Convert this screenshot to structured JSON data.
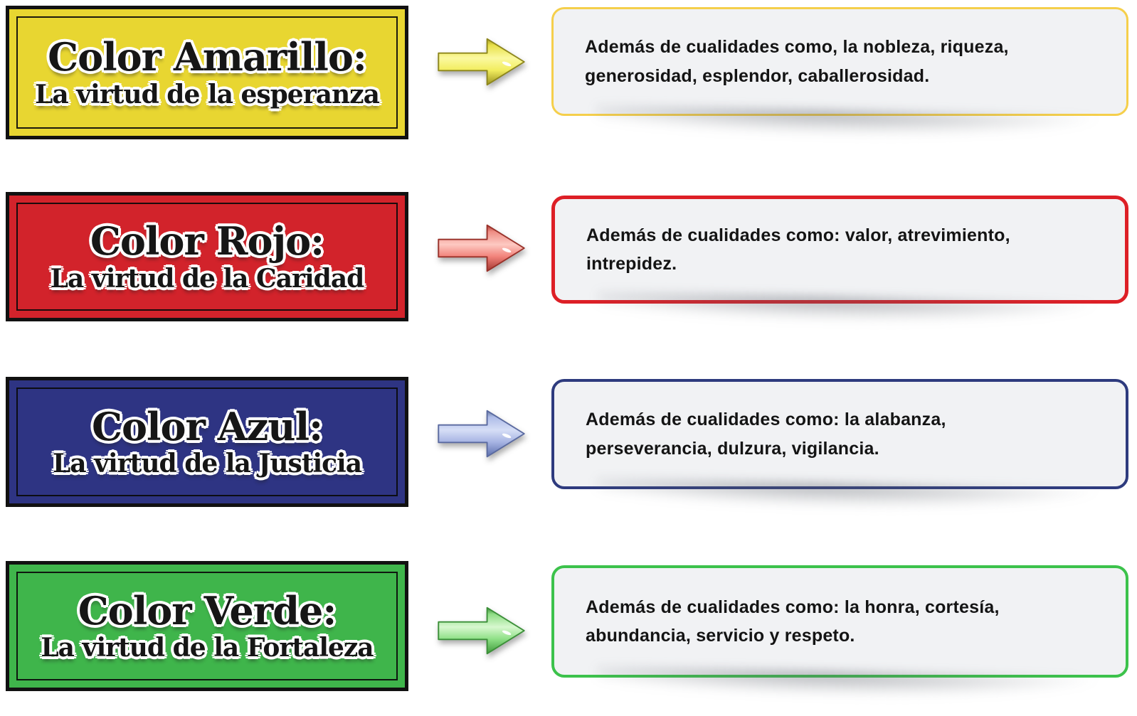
{
  "page": {
    "background": "#ffffff"
  },
  "rows": [
    {
      "name": "amarillo",
      "left_box": {
        "title": "Color Amarillo:",
        "subtitle": "La virtud de la esperanza",
        "fill": "#e8d631",
        "border_color": "#111111",
        "text_color": "#161616"
      },
      "arrow": {
        "icon": "right-arrow-icon",
        "color": "#f2ed5f"
      },
      "info_box": {
        "text": "Además de cualidades como, la nobleza, riqueza,\ngenerosidad, esplendor, caballerosidad.",
        "border_color": "#f5cf4b",
        "fill": "#f1f2f4"
      }
    },
    {
      "name": "rojo",
      "left_box": {
        "title": "Color Rojo:",
        "subtitle": "La virtud de la Caridad",
        "fill": "#d2232b",
        "border_color": "#111111",
        "text_color": "#161616"
      },
      "arrow": {
        "icon": "right-arrow-icon",
        "color": "#f2837b"
      },
      "info_box": {
        "text": "Además de cualidades como: valor, atrevimiento,\nintrepidez.",
        "border_color": "#dd1f26",
        "fill": "#f1f2f4"
      }
    },
    {
      "name": "azul",
      "left_box": {
        "title": "Color Azul:",
        "subtitle": "La virtud de la Justicia",
        "fill": "#2e3483",
        "border_color": "#111111",
        "text_color": "#161616"
      },
      "arrow": {
        "icon": "right-arrow-icon",
        "color": "#a7b4e3"
      },
      "info_box": {
        "text": "Además de cualidades como: la alabanza,\nperseverancia, dulzura, vigilancia.",
        "border_color": "#2e3b7e",
        "fill": "#f1f2f4"
      }
    },
    {
      "name": "verde",
      "left_box": {
        "title": "Color Verde:",
        "subtitle": "La virtud de la Fortaleza",
        "fill": "#3fb54b",
        "border_color": "#111111",
        "text_color": "#161616"
      },
      "arrow": {
        "icon": "right-arrow-icon",
        "color": "#8fe087"
      },
      "info_box": {
        "text": "Además de cualidades como: la honra, cortesía,\nabundancia, servicio y respeto.",
        "border_color": "#3cc24b",
        "fill": "#f1f2f4"
      }
    }
  ]
}
